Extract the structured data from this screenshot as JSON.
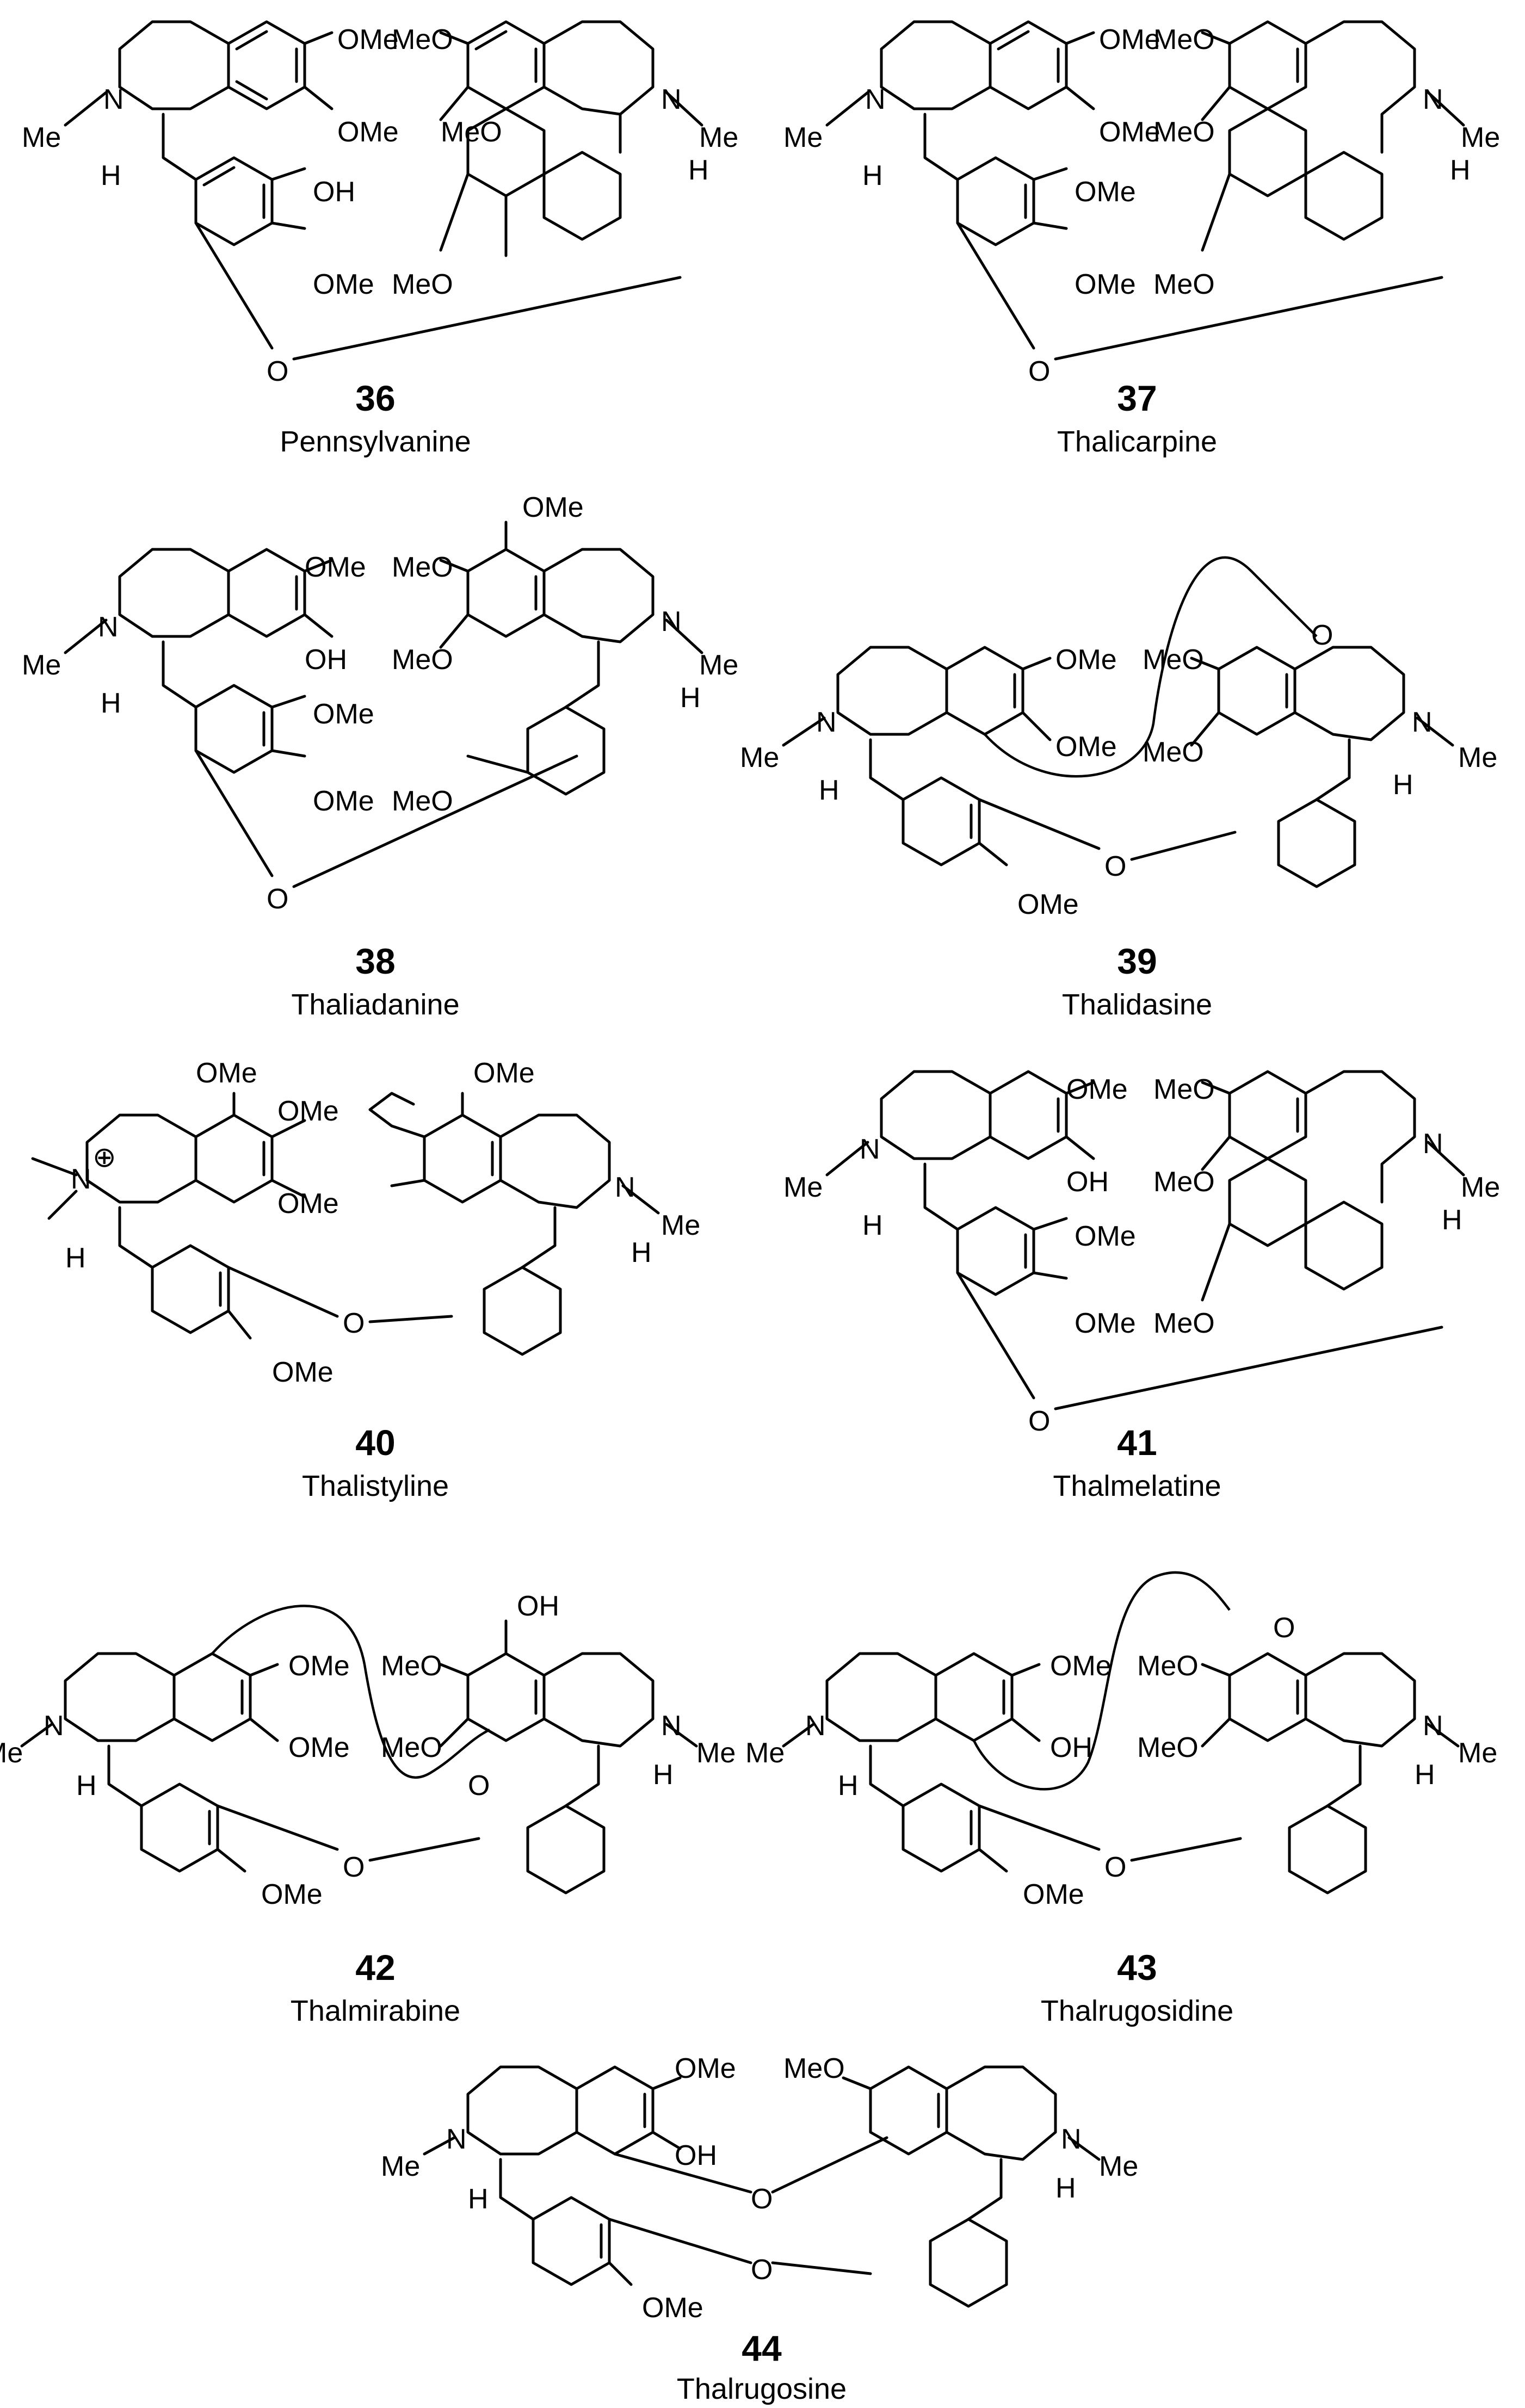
{
  "labels": {
    "OMe": "OMe",
    "MeO": "MeO",
    "OH": "OH",
    "O": "O",
    "N": "N",
    "H": "H",
    "Me": "Me",
    "plus": "⊕"
  },
  "compounds": [
    {
      "number": "36",
      "name": "Pennsylvanine"
    },
    {
      "number": "37",
      "name": "Thalicarpine"
    },
    {
      "number": "38",
      "name": "Thaliadanine"
    },
    {
      "number": "39",
      "name": "Thalidasine"
    },
    {
      "number": "40",
      "name": "Thalistyline"
    },
    {
      "number": "41",
      "name": "Thalmelatine"
    },
    {
      "number": "42",
      "name": "Thalmirabine"
    },
    {
      "number": "43",
      "name": "Thalrugosidine"
    },
    {
      "number": "44",
      "name": "Thalrugosine"
    }
  ]
}
